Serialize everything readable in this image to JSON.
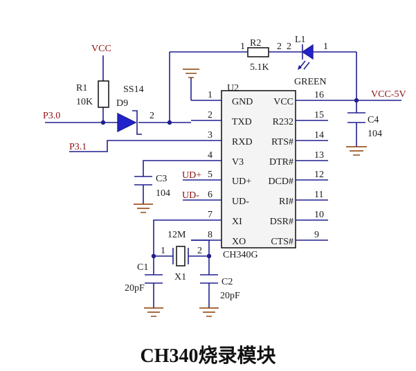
{
  "caption": "CH340烧录模块",
  "ic": {
    "ref": "U2",
    "part": "CH340G",
    "left_pins": [
      {
        "num": "1",
        "name": "GND"
      },
      {
        "num": "2",
        "name": "TXD"
      },
      {
        "num": "3",
        "name": "RXD"
      },
      {
        "num": "4",
        "name": "V3"
      },
      {
        "num": "5",
        "name": "UD+"
      },
      {
        "num": "6",
        "name": "UD-"
      },
      {
        "num": "7",
        "name": "XI"
      },
      {
        "num": "8",
        "name": "XO"
      }
    ],
    "right_pins": [
      {
        "num": "16",
        "name": "VCC"
      },
      {
        "num": "15",
        "name": "R232"
      },
      {
        "num": "14",
        "name": "RTS#"
      },
      {
        "num": "13",
        "name": "DTR#"
      },
      {
        "num": "12",
        "name": "DCD#"
      },
      {
        "num": "11",
        "name": "RI#"
      },
      {
        "num": "10",
        "name": "DSR#"
      },
      {
        "num": "9",
        "name": "CTS#"
      }
    ]
  },
  "nets": {
    "vcc_top": "VCC",
    "vcc_5v": "VCC-5V",
    "p30": "P3.0",
    "p31": "P3.1",
    "ud_plus": "UD+",
    "ud_minus": "UD-"
  },
  "components": {
    "r1": {
      "ref": "R1",
      "value": "10K"
    },
    "r2": {
      "ref": "R2",
      "value": "5.1K",
      "pin1": "1",
      "pin2": "2"
    },
    "l1": {
      "ref": "L1",
      "value": "GREEN",
      "pin1": "1",
      "pin2": "2"
    },
    "d9": {
      "ref": "D9",
      "part": "SS14",
      "pin2": "2"
    },
    "c1": {
      "ref": "C1",
      "value": "20pF"
    },
    "c2": {
      "ref": "C2",
      "value": "20pF"
    },
    "c3": {
      "ref": "C3",
      "value": "104"
    },
    "c4": {
      "ref": "C4",
      "value": "104"
    },
    "x1": {
      "ref": "X1",
      "value": "12M",
      "pin1": "1",
      "pin2": "2"
    }
  }
}
